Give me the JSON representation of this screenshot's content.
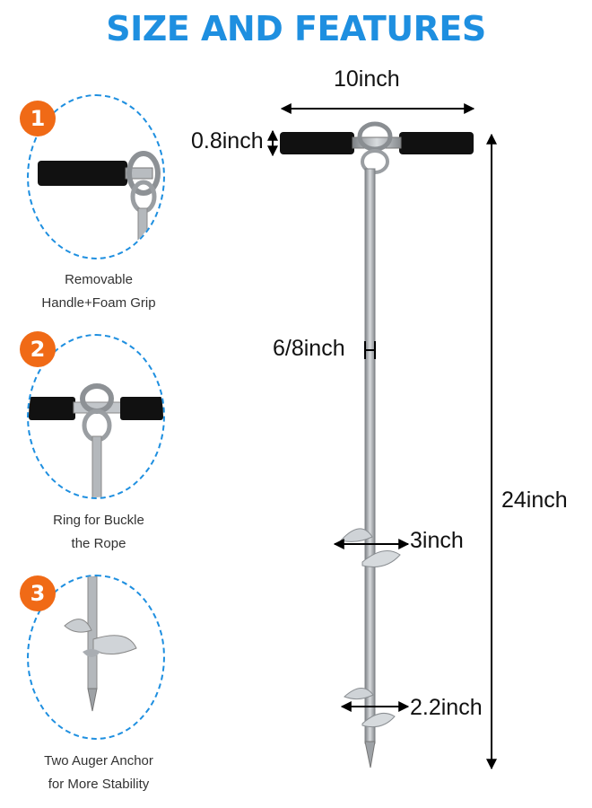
{
  "title": "SIZE AND FEATURES",
  "features": [
    {
      "number": "1",
      "line1": "Removable",
      "line2": "Handle+Foam Grip"
    },
    {
      "number": "2",
      "line1": "Ring for Buckle",
      "line2": "the Rope"
    },
    {
      "number": "3",
      "line1": "Two Auger Anchor",
      "line2": "for More Stability"
    }
  ],
  "dimensions": {
    "handle_length": "10inch",
    "grip_height": "0.8inch",
    "rod_diameter": "6/8inch",
    "total_height": "24inch",
    "upper_auger": "3inch",
    "lower_auger": "2.2inch"
  },
  "colors": {
    "accent": "#1e8fe0",
    "badge": "#f06a16",
    "grip": "#111111",
    "steel": "#a9adb2"
  }
}
